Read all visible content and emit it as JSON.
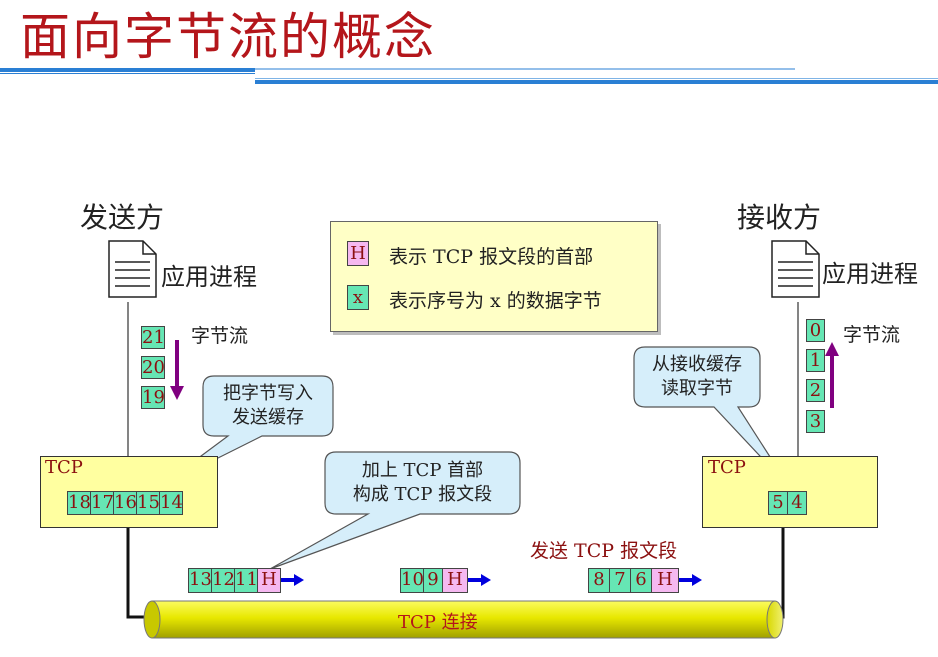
{
  "title": "面向字节流的概念",
  "sender": {
    "label": "发送方",
    "process": "应用进程",
    "stream_label": "字节流",
    "stream_bytes": [
      "21",
      "20",
      "19"
    ],
    "tcp_label": "TCP",
    "buffer_bytes": [
      "18",
      "17",
      "16",
      "15",
      "14"
    ],
    "callout_write": [
      "把字节写入",
      "发送缓存"
    ]
  },
  "receiver": {
    "label": "接收方",
    "process": "应用进程",
    "stream_label": "字节流",
    "stream_bytes": [
      "0",
      "1",
      "2",
      "3"
    ],
    "tcp_label": "TCP",
    "buffer_bytes": [
      "5",
      "4"
    ],
    "callout_read": [
      "从接收缓存",
      "读取字节"
    ]
  },
  "legend": {
    "header_symbol": "H",
    "header_text": "表示 TCP 报文段的首部",
    "byte_symbol": "x",
    "byte_text": "表示序号为 x 的数据字节"
  },
  "callout_segment": [
    "加上 TCP 首部",
    "构成 TCP 报文段"
  ],
  "send_segment_label": "发送 TCP 报文段",
  "segments": [
    {
      "bytes": [
        "13",
        "12",
        "11"
      ],
      "header": "H"
    },
    {
      "bytes": [
        "10",
        "9"
      ],
      "header": "H"
    },
    {
      "bytes": [
        "8",
        "7",
        "6"
      ],
      "header": "H"
    }
  ],
  "connection_label": "TCP 连接",
  "colors": {
    "title": "#b4161b",
    "byte_cell": "#66e6b4",
    "header_cell": "#f5b8f0",
    "tcp_box": "#ffffa0",
    "pipe": "#e6e600",
    "arrow_blue": "#0000dd",
    "arrow_purple": "#800080",
    "callout": "#d6eefa"
  }
}
